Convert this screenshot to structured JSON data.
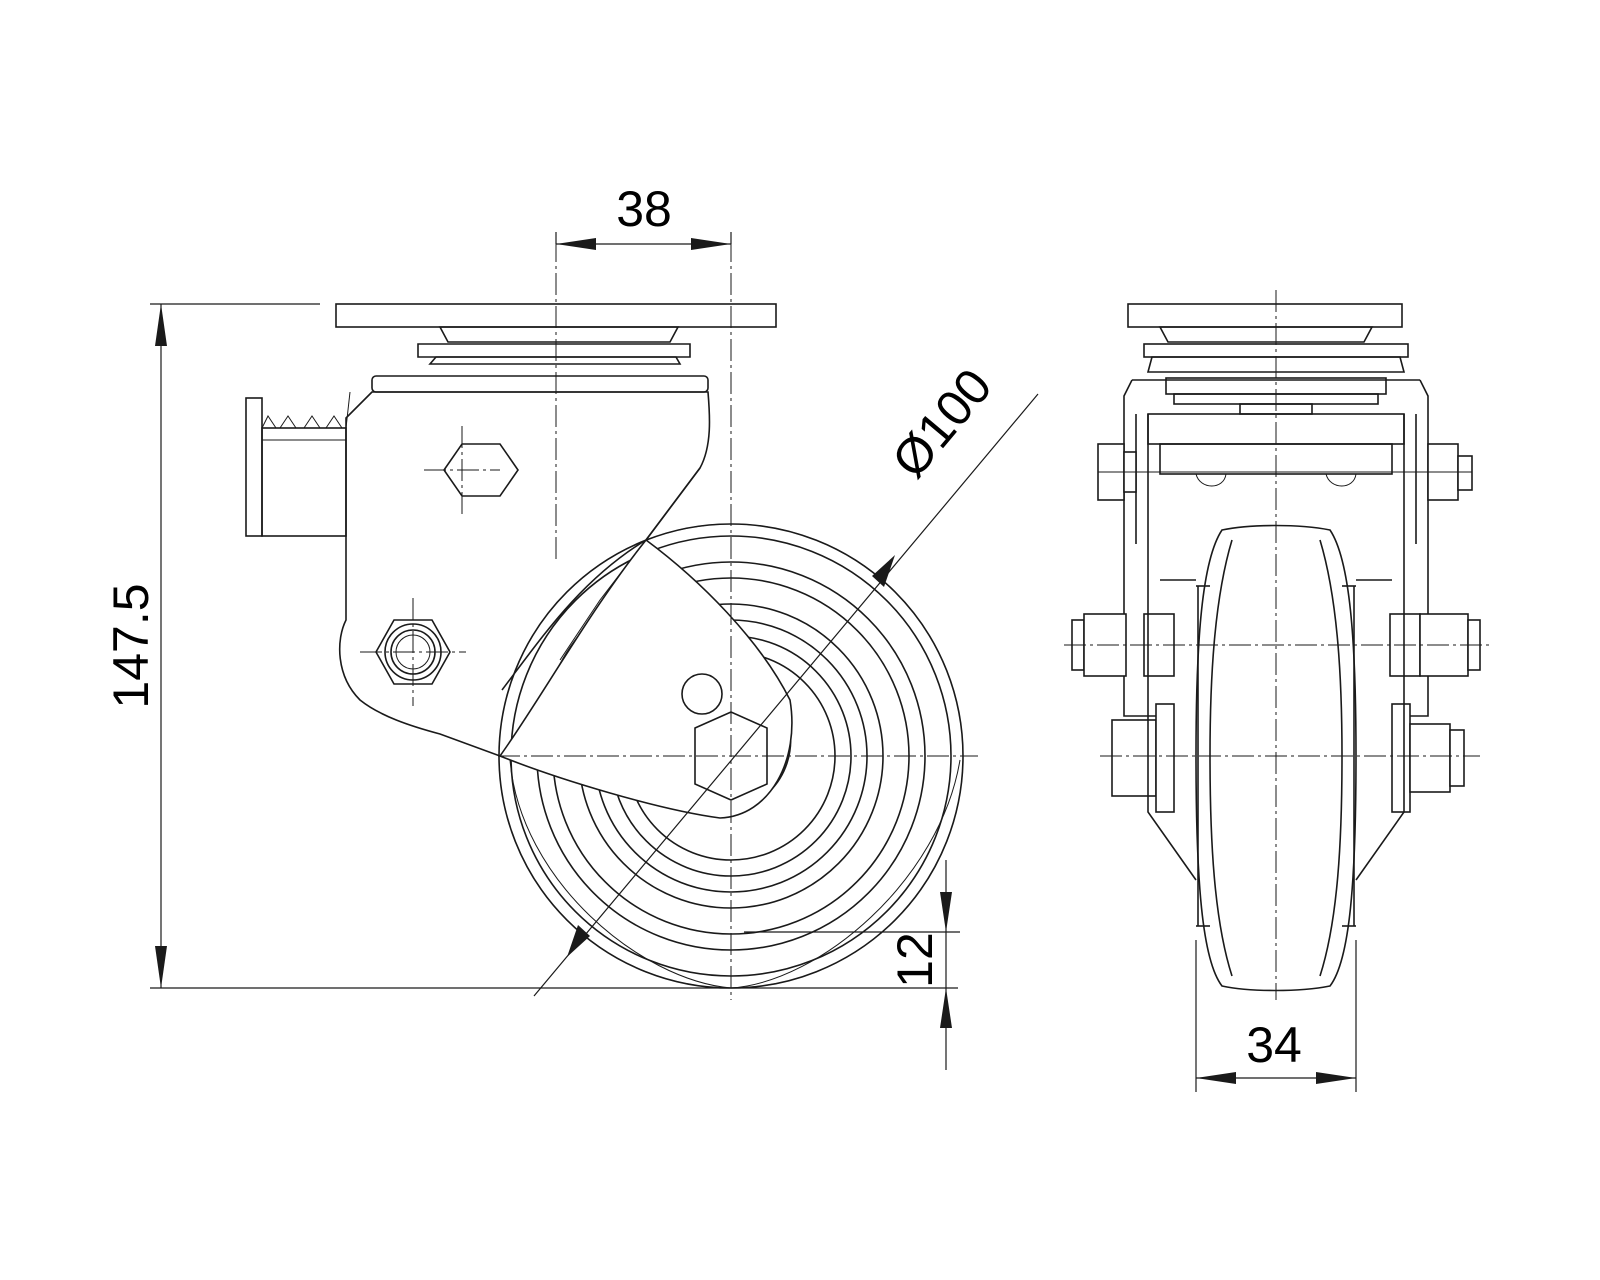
{
  "drawing": {
    "type": "swivel castor technical drawing",
    "views": [
      "side view",
      "front view"
    ],
    "line_color": "#1a1a1a",
    "background": "#ffffff"
  },
  "dimensions": {
    "swivel_offset": "38",
    "overall_height": "147.5",
    "wheel_diameter": "Ø100",
    "ground_clearance": "12",
    "wheel_width": "34"
  }
}
